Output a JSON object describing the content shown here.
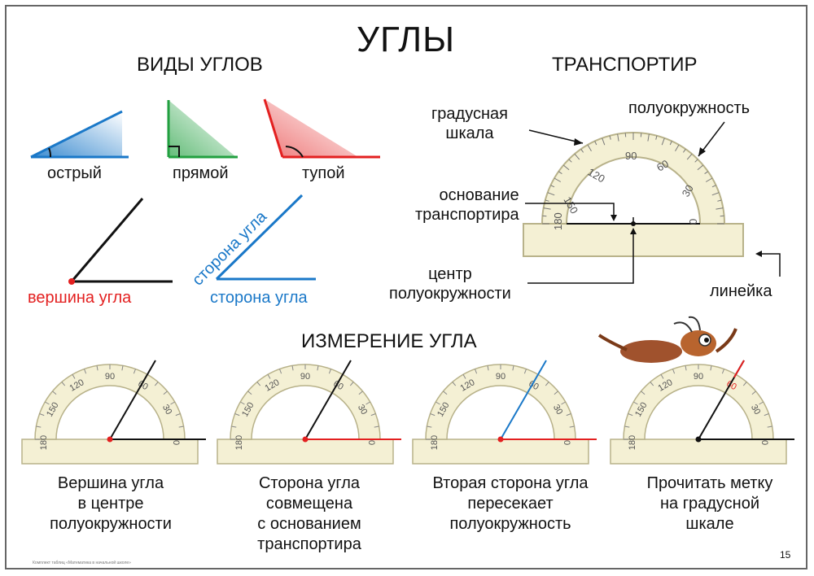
{
  "title": "УГЛЫ",
  "angle_types": {
    "heading": "ВИДЫ УГЛОВ",
    "acute": "острый",
    "right": "прямой",
    "obtuse": "тупой",
    "vertex": "вершина угла",
    "side_a": "сторона угла",
    "side_b": "сторона угла"
  },
  "protractor": {
    "heading": "ТРАНСПОРТИР",
    "scale_label_1": "градусная",
    "scale_label_2": "шкала",
    "semicircle": "полуокружность",
    "base_label_1": "основание",
    "base_label_2": "транспортира",
    "center_label_1": "центр",
    "center_label_2": "полуокружности",
    "ruler": "линейка",
    "scale_marks": [
      "0",
      "30",
      "60",
      "90",
      "120",
      "150",
      "180"
    ]
  },
  "measurement": {
    "heading": "ИЗМЕРЕНИЕ УГЛА",
    "steps": [
      [
        "Вершина угла",
        "в центре",
        "полуокружности"
      ],
      [
        "Сторона угла",
        "совмещена",
        "с основанием",
        "транспортира"
      ],
      [
        "Вторая сторона угла",
        "пересекает",
        "полуокружность"
      ],
      [
        "Прочитать метку",
        "на градусной",
        "шкале"
      ]
    ]
  },
  "page_number": "15",
  "footnote": "Комплект таблиц «Математика в начальной школе»",
  "colors": {
    "acute": "#1a78c8",
    "right": "#22a040",
    "obtuse": "#e32020",
    "protractor_fill": "#f4f0d4",
    "protractor_edge": "#b8b28a"
  }
}
